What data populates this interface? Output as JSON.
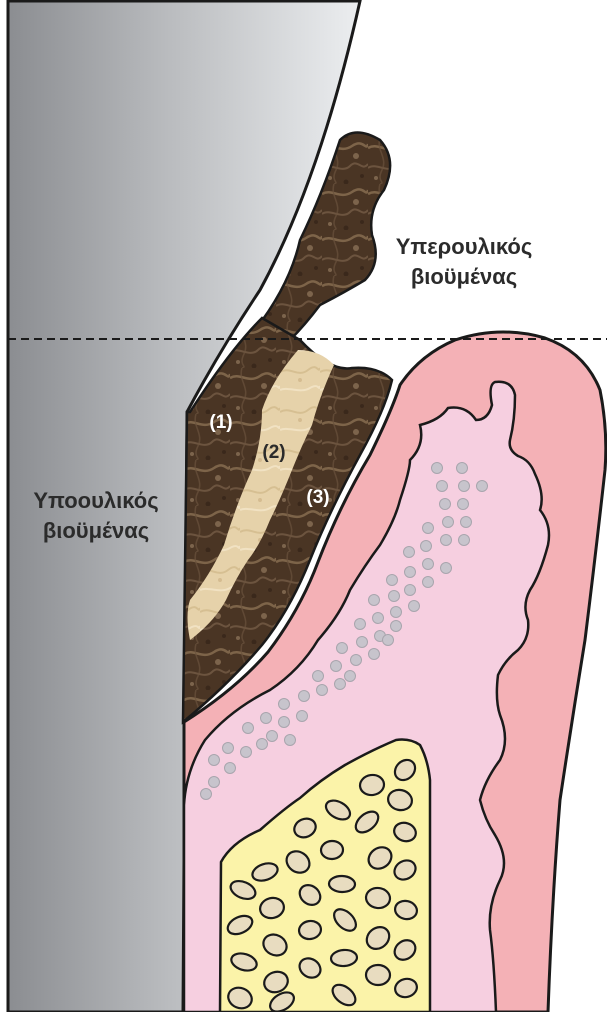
{
  "labels": {
    "supragingival_line1": "Υπερουλικός",
    "supragingival_line2": "βιοϋμένας",
    "subgingival_line1": "Υποουλικός",
    "subgingival_line2": "βιοϋμένας",
    "layer1": "(1)",
    "layer2": "(2)",
    "layer3": "(3)"
  },
  "colors": {
    "tooth_dark": "#8e9095",
    "tooth_light": "#e8e9eb",
    "biofilm_dark": "#4a3524",
    "biofilm_light": "#9c8468",
    "biofilm_layer2": "#e8d5ae",
    "gingiva_outer": "#f4b1b6",
    "gingiva_inner": "#f6cfe0",
    "bone": "#fbf3a9",
    "bone_pore": "#e8dcc0",
    "cell_dots": "#c7c4cc",
    "outline": "#1a1a1a"
  }
}
